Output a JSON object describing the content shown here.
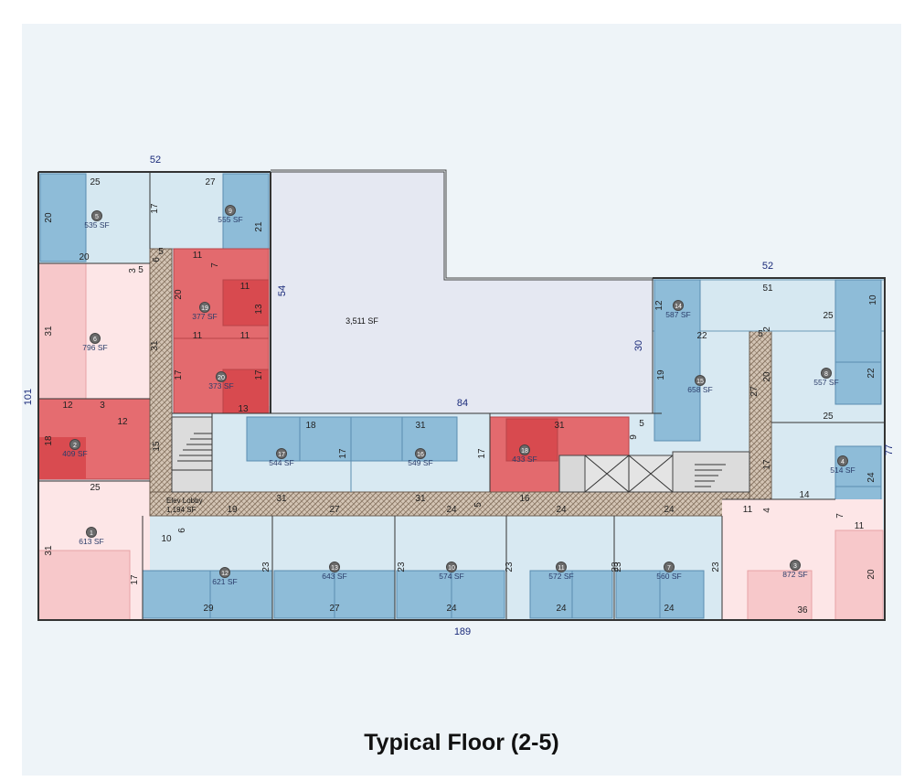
{
  "title": "Typical Floor (2-5)",
  "colors": {
    "vacant_blue": "#8fbcd8",
    "common_blue": "#d6e8f1",
    "leased_red": "#e26767",
    "leased_red_dark": "#d9484c",
    "pink": "#f7c6c8",
    "pink_light": "#fce4e5",
    "corridor": "#c8b8a8",
    "big_space": "#e4e8f2",
    "wall": "#333333",
    "dim_text": "#1a2a7a"
  },
  "suite_markers": [
    {
      "id": "s5",
      "num": "5",
      "area": "535 SF"
    },
    {
      "id": "s9",
      "num": "9",
      "area": "555 SF"
    },
    {
      "id": "s6",
      "num": "6",
      "area": "796 SF"
    },
    {
      "id": "s19",
      "num": "19",
      "area": "377 SF"
    },
    {
      "id": "s20",
      "num": "20",
      "area": "373 SF"
    },
    {
      "id": "s2",
      "num": "2",
      "area": "409 SF"
    },
    {
      "id": "s1",
      "num": "1",
      "area": "613 SF"
    },
    {
      "id": "s17",
      "num": "17",
      "area": "544 SF"
    },
    {
      "id": "s16",
      "num": "16",
      "area": "549 SF"
    },
    {
      "id": "s18",
      "num": "18",
      "area": "433 SF"
    },
    {
      "id": "s14",
      "num": "14",
      "area": "587 SF"
    },
    {
      "id": "s15",
      "num": "15",
      "area": "658 SF"
    },
    {
      "id": "s8",
      "num": "8",
      "area": "557 SF"
    },
    {
      "id": "s4",
      "num": "4",
      "area": "514 SF"
    },
    {
      "id": "s3",
      "num": "3",
      "area": "872 SF"
    },
    {
      "id": "s12",
      "num": "12",
      "area": "621 SF"
    },
    {
      "id": "s13",
      "num": "13",
      "area": "643 SF"
    },
    {
      "id": "s10",
      "num": "10",
      "area": "574 SF"
    },
    {
      "id": "s11",
      "num": "11",
      "area": "572 SF"
    },
    {
      "id": "s7",
      "num": "7",
      "area": "560 SF"
    }
  ],
  "big_space": {
    "area": "3,511 SF"
  },
  "lobby": {
    "label": "Elev Lobby",
    "area": "1,194 SF"
  },
  "outer_dims": {
    "top_left": "52",
    "top_right": "52",
    "left": "101",
    "right": "77",
    "bottom": "189",
    "inner_54": "54",
    "inner_84": "84",
    "inner_30": "30"
  },
  "room_dims": [
    {
      "id": "d1",
      "text": "25"
    },
    {
      "id": "d2",
      "text": "20"
    },
    {
      "id": "d3",
      "text": "27"
    },
    {
      "id": "d4",
      "text": "17"
    },
    {
      "id": "d5",
      "text": "21"
    },
    {
      "id": "d6",
      "text": "20"
    },
    {
      "id": "d7",
      "text": "3"
    },
    {
      "id": "d8",
      "text": "5"
    },
    {
      "id": "d9",
      "text": "5"
    },
    {
      "id": "d10",
      "text": "6"
    },
    {
      "id": "d11",
      "text": "11"
    },
    {
      "id": "d12",
      "text": "7"
    },
    {
      "id": "d13",
      "text": "11"
    },
    {
      "id": "d14",
      "text": "20"
    },
    {
      "id": "d15",
      "text": "13"
    },
    {
      "id": "d16",
      "text": "11"
    },
    {
      "id": "d17",
      "text": "11"
    },
    {
      "id": "d18",
      "text": "31"
    },
    {
      "id": "d19",
      "text": "31"
    },
    {
      "id": "d20",
      "text": "17"
    },
    {
      "id": "d21",
      "text": "17"
    },
    {
      "id": "d22",
      "text": "13"
    },
    {
      "id": "d23",
      "text": "12"
    },
    {
      "id": "d24",
      "text": "3"
    },
    {
      "id": "d25",
      "text": "12"
    },
    {
      "id": "d26",
      "text": "18"
    },
    {
      "id": "d27",
      "text": "15"
    },
    {
      "id": "d28",
      "text": "25"
    },
    {
      "id": "d29",
      "text": "31"
    },
    {
      "id": "d30",
      "text": "18"
    },
    {
      "id": "d31",
      "text": "31"
    },
    {
      "id": "d32",
      "text": "17"
    },
    {
      "id": "d33",
      "text": "17"
    },
    {
      "id": "d34",
      "text": "31"
    },
    {
      "id": "d35",
      "text": "5"
    },
    {
      "id": "d36",
      "text": "9"
    },
    {
      "id": "d37",
      "text": "19"
    },
    {
      "id": "d38",
      "text": "31"
    },
    {
      "id": "d39",
      "text": "27"
    },
    {
      "id": "d40",
      "text": "31"
    },
    {
      "id": "d41",
      "text": "24"
    },
    {
      "id": "d42",
      "text": "16"
    },
    {
      "id": "d43",
      "text": "24"
    },
    {
      "id": "d44",
      "text": "24"
    },
    {
      "id": "d45",
      "text": "11"
    },
    {
      "id": "d46",
      "text": "10"
    },
    {
      "id": "d47",
      "text": "6"
    },
    {
      "id": "d48",
      "text": "17"
    },
    {
      "id": "d49",
      "text": "23"
    },
    {
      "id": "d50",
      "text": "29"
    },
    {
      "id": "d51",
      "text": "23"
    },
    {
      "id": "d52",
      "text": "27"
    },
    {
      "id": "d53",
      "text": "23"
    },
    {
      "id": "d54",
      "text": "24"
    },
    {
      "id": "d55",
      "text": "23"
    },
    {
      "id": "d56",
      "text": "24"
    },
    {
      "id": "d57",
      "text": "23"
    },
    {
      "id": "d58",
      "text": "24"
    },
    {
      "id": "d59",
      "text": "23"
    },
    {
      "id": "d60",
      "text": "12"
    },
    {
      "id": "d61",
      "text": "51"
    },
    {
      "id": "d62",
      "text": "10"
    },
    {
      "id": "d63",
      "text": "25"
    },
    {
      "id": "d64",
      "text": "2"
    },
    {
      "id": "d65",
      "text": "22"
    },
    {
      "id": "d66",
      "text": "5"
    },
    {
      "id": "d67",
      "text": "19"
    },
    {
      "id": "d68",
      "text": "27"
    },
    {
      "id": "d69",
      "text": "20"
    },
    {
      "id": "d70",
      "text": "22"
    },
    {
      "id": "d71",
      "text": "25"
    },
    {
      "id": "d72",
      "text": "17"
    },
    {
      "id": "d73",
      "text": "24"
    },
    {
      "id": "d74",
      "text": "14"
    },
    {
      "id": "d75",
      "text": "4"
    },
    {
      "id": "d76",
      "text": "7"
    },
    {
      "id": "d77",
      "text": "11"
    },
    {
      "id": "d78",
      "text": "20"
    },
    {
      "id": "d79",
      "text": "36"
    },
    {
      "id": "d80",
      "text": "5"
    }
  ]
}
